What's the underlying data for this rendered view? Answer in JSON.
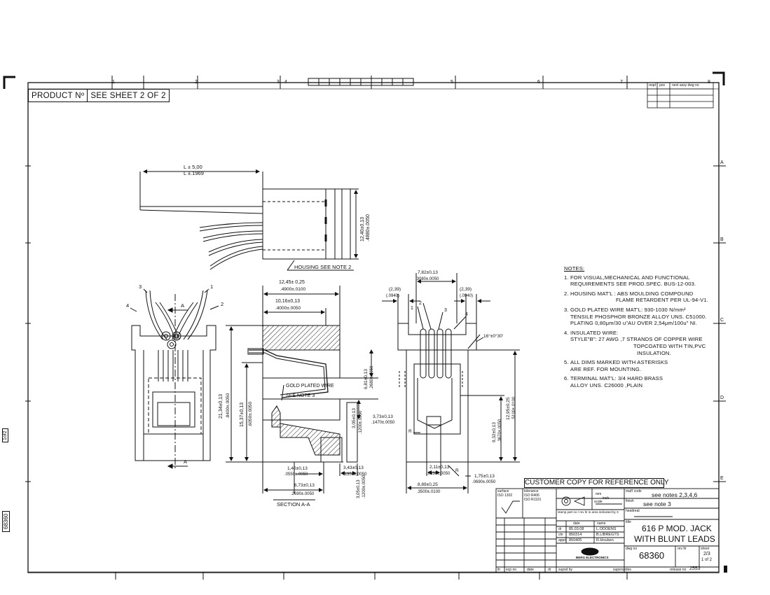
{
  "header": {
    "product_no_label": "PRODUCT Nº",
    "product_no_value": "SEE SHEET 2 OF 2",
    "zone_columns": [
      "1",
      "2",
      "3",
      "4",
      "5",
      "6",
      "7",
      "8"
    ],
    "zone_rows": [
      "A",
      "B",
      "C",
      "D",
      "E"
    ],
    "qty_cols": [
      "reqd",
      "pos",
      "next assy dwg no"
    ]
  },
  "top_view": {
    "length_mm": "L ± 5,00",
    "length_in": "L ±.1969",
    "height_mm": "12,40±0,13",
    "height_in": ".4880±.0050",
    "housing_label": "HOUSING SEE NOTE 2"
  },
  "section_view": {
    "lead_1": "1",
    "lead_2": "2",
    "lead_3": "3",
    "lead_4": "4",
    "section_arrow": "A",
    "title": "SECTION A-A"
  },
  "side_view": {
    "dim_width_mm": "12,45± 0,25",
    "dim_width_in": ".4900±.0100",
    "dim_inner_mm": "10,16±0,13",
    "dim_inner_in": ".4000±.0050",
    "dim_overall_h": "21,34±0,13",
    "dim_overall_h_in": ".8400±.0050",
    "dim_h2": "15,37±0,13",
    "dim_h2_in": ".6050±.0050",
    "dim_right_1": "6,81±0,13",
    "dim_right_1_in": ".2680±.0050",
    "dim_right_2": "3,05±0,13",
    "dim_right_2_in": ".1200±.0050",
    "dim_3_73": "3,73±0,13",
    "dim_3_73_in": ".1470±.0050",
    "dim_bottom_1": "1,40±0,13",
    "dim_bottom_1_in": ".0550±.0050",
    "dim_bottom_2": "6,73±0,13",
    "dim_bottom_2_in": ".2690±.0050",
    "dim_bottom_3": "3,43±0,13",
    "dim_bottom_3_in": ".1350±.0050",
    "dim_bottom_4": "3,05±0,13",
    "dim_bottom_4_in": ".1200±.0050",
    "gold_plated": "GOLD PLATED WIRE",
    "see_note_3": "SEE NOTE 3"
  },
  "front_view": {
    "dim_top_mm": "7,82±0,13",
    "dim_top_in": ".3080±.0050",
    "dim_left_mm": "(2,39)",
    "dim_left_in": "(.0940)",
    "dim_right_mm": "(2,39)",
    "dim_right_in": "(.0940)",
    "angle": "16°±0°30'",
    "dim_r1": "12,95±0,25",
    "dim_r1_in": ".5100±.0100",
    "dim_r2": "9,32±0,13",
    "dim_r2_in": ".3670±.0050",
    "dim_b1": "2,11±0,13",
    "dim_b1_in": ".0830±.0050",
    "dim_b2": "8,89±0,25",
    "dim_b2_in": ".3500±.0100",
    "dim_b3": "1,75±0,13",
    "dim_b3_in": ".0690±.0050",
    "r_label": "R",
    "lead_1": "1",
    "lead_2": "2",
    "lead_3": "3",
    "lead_4": "4"
  },
  "notes": {
    "heading": "NOTES:",
    "items": [
      {
        "n": "1.",
        "lines": [
          "FOR VISUAL,MECHANICAL AND FUNCTIONAL",
          "REQUIREMENTS SEE PROD.SPEC. BUS-12-003."
        ]
      },
      {
        "n": "2.",
        "lines": [
          "HOUSING MAT'L : ABS MOULDING COMPOUND",
          "FLAME RETARDENT PER UL-94-V1."
        ]
      },
      {
        "n": "3.",
        "lines": [
          "GOLD PLATED WIRE MAT'L: 930-1030 N/mm²",
          "TENSILE PHOSPHOR BRONZE ALLOY UNS. C51000.",
          "PLATING 0,80μm/30 u\"AU OVER 2,54μm/100u\" NI."
        ]
      },
      {
        "n": "4.",
        "lines": [
          "INSULATED WIRE:",
          "STYLE\"B\": 27 AWG ,7 STRANDS OF COPPER WIRE",
          "TOPCOATED WITH TIN,PVC",
          "INSULATION."
        ]
      },
      {
        "n": "5.",
        "lines": [
          "ALL DIMS MARKED WITH ASTERISKS",
          "ARE REF. FOR MOUNTING."
        ]
      },
      {
        "n": "6.",
        "lines": [
          "TERMINAL MAT'L: 3/4 HARD BRASS",
          "ALLOY UNS. C26000 ,PLAIN"
        ]
      }
    ]
  },
  "banner": "CUSTOMER COPY FOR REFERENCE ONLY",
  "title_block": {
    "surface_label": "surface",
    "surface_std": "ISO 1302",
    "tolerance_label": "tolerance",
    "tolerance_std1": "ISO R406",
    "tolerance_std2": "ISO R1101",
    "scale_label": "scale",
    "inch_label": "inch",
    "mm_label": "mm",
    "matl_code_label": "mat'l code",
    "matl_code_value": "see notes 2,3,4,6",
    "finish_label": "finish",
    "finish_value": "see note 3",
    "heattreat_label": "heattreat",
    "stamp_label": "stamp part no / rev ltr in area indicated by X",
    "date_label": "date",
    "name_label": "name",
    "dr_label": "dr",
    "chr_label": "chr",
    "appd_label": "appd",
    "dr_date": "85.03.08",
    "chr_date": "850314",
    "appd_date": "850405",
    "dr_name": "L.ODOENS",
    "chr_name": "B.LIBREGTS",
    "appd_name": "R.Houben",
    "title_label": "title",
    "title_line1": "616 P MOD. JACK",
    "title_line2": "WITH BLUNT LEADS",
    "company": "BERG ELECTRONICS",
    "dwg_no_label": "dwg no",
    "dwg_no": "68360",
    "rev_ltr_label": "rev ltr",
    "sheet_label": "sheet",
    "sheet_value": "2/3",
    "sheet_of": "1 of 2",
    "ltr_label": "ltr",
    "ecp_label": "ecp no",
    "date2_label": "date",
    "dr2_label": "dr",
    "supsd_label": "supsd by",
    "supersedes_label": "supersedes",
    "release_label": "release no",
    "release_no": "2553"
  },
  "margin": {
    "sheet_tag": "1of2",
    "dwg_tag": "68360"
  }
}
